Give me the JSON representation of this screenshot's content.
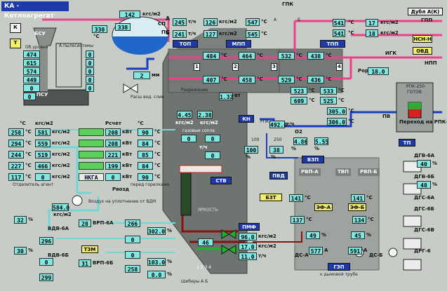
{
  "title": "КА - Котлоагрегат",
  "left_buttons": [
    "К",
    "Т"
  ],
  "right_buttons": [
    "Дубл А(К)",
    "НСН-Н",
    "ОВД"
  ],
  "labels": {
    "bsu": "БСУ",
    "psu": "ПСУ",
    "level": "Об.уровня",
    "burners": "А.пылесистемы",
    "drain": "Расш вод. слив",
    "sp": "СП",
    "ps": "ПС",
    "line_a": "А",
    "line_b": "Б",
    "gpk": "ГПК",
    "valve_a": "А",
    "valve_b": "Б",
    "gpp": "ГПП",
    "igk": "ИГК",
    "npp": "НПП",
    "ror": "Рор",
    "pv": "ПВ",
    "vacuum": "Разрежение",
    "alpha": "αт",
    "gas_nozzles": "газовые сопла",
    "rpk": "РПК",
    "o2": "O2",
    "v100": "100",
    "v250": "250",
    "rvp_a": "РВП-А",
    "tvp": "ТВП",
    "rvp_b": "РВП-Б",
    "ds_a": "ДС-А",
    "ds_b": "ДС-Б",
    "chimney": "к дымовой трубе",
    "separator": "Отделитель агент",
    "before_burners": "перед горелками",
    "rvoz": "Рвозд",
    "air_seal": "Воздух на уплотнение от ВДМ",
    "brightness": "ЯРКОСТЬ",
    "burner_status": "1 2 3 4",
    "shibery": "Шиберы А Б"
  },
  "units": {
    "c": "°С",
    "kgf": "кгс/м2",
    "mm": "мм",
    "th": "т/ч",
    "pct": "%",
    "kw": "кВт",
    "a": "А"
  },
  "drum": {
    "temp_left": "330",
    "temp_right": "338",
    "pressure": "142",
    "level": "2"
  },
  "steam_a": {
    "flow": "245",
    "pressure": "126",
    "temp": "547"
  },
  "steam_b": {
    "flow": "241",
    "pressure": "127",
    "temp": "545"
  },
  "gpp": {
    "temp": "541",
    "pressure": "17",
    "temp2": "541",
    "pressure2": "18",
    "ror": "18.0"
  },
  "buttons": {
    "top": "ТОП",
    "mpp": "МПП",
    "tpp": "ТПП",
    "kn": "КН",
    "pvd": "ПВД",
    "tp": "ТП",
    "vzp": "ВЗП",
    "bzt": "БЗТ",
    "efa": "ЭФ-А",
    "efb": "ЭФ-Б",
    "chimney": "ГЗП",
    "tzm": "ТЗМ",
    "stv": "СТВ",
    "pmf": "ПМФ"
  },
  "sh": [
    "484",
    "464",
    "532",
    "438",
    "407",
    "458",
    "529",
    "436"
  ],
  "stages": [
    "1",
    "2",
    "3",
    "4"
  ],
  "mid": [
    "523",
    "533",
    "609",
    "525",
    "305.0",
    "306.0"
  ],
  "furnace": {
    "excess": "1.32",
    "vac_left": "4.45",
    "vac_right": "2.38",
    "gas_valve": "46",
    "gas_press": "96.0",
    "gas_press2": "17.0",
    "gas_flow": "11.0"
  },
  "feed": {
    "flow": "492.0",
    "o2_a": "4.86",
    "o2_b": "5.55",
    "valve_a": "100",
    "valve_b": "38"
  },
  "rpk": {
    "title": "РПК-250",
    "status": "ГОТОВ",
    "transfer": "Переход на РПК-250"
  },
  "gas": {
    "t0": "141",
    "t1": "141",
    "t2": "137",
    "t3": "134",
    "ds_a": "49",
    "ds_b": "45",
    "amp_a": "577",
    "amp_b": "591"
  },
  "dgv": [
    {
      "label": "ДГВ-6А",
      "value": "40"
    },
    {
      "label": "ДГВ-6Б",
      "value": "48"
    },
    {
      "label": "ДГС-6А"
    },
    {
      "label": "ДГС-6Б"
    },
    {
      "label": "ДГС-6В"
    },
    {
      "label": "ДРГ-6"
    }
  ],
  "left_col": [
    "474",
    "615",
    "574",
    "449",
    "0",
    "0"
  ],
  "burner_col": [
    "0",
    "0",
    "0",
    "0",
    "0"
  ],
  "air_table": {
    "headers": [
      "°С",
      "кгс/м2",
      "Рсчет",
      "°С"
    ],
    "rows": [
      {
        "t_in": "258",
        "p": "581",
        "bar": "",
        "kw": "208",
        "t_out": "90"
      },
      {
        "t_in": "294",
        "p": "559",
        "bar": "",
        "kw": "208",
        "t_out": "84"
      },
      {
        "t_in": "244",
        "p": "519",
        "bar": "",
        "kw": "221",
        "t_out": "85"
      },
      {
        "t_in": "227",
        "p": "466",
        "bar": "",
        "kw": "199",
        "t_out": "84"
      },
      {
        "t_in": "117",
        "p": "0",
        "bar": "НКГА",
        "kw": "0",
        "t_out": "90"
      }
    ]
  },
  "vdv": {
    "flow": "584.0",
    "a_pct": "32",
    "a_label": "ВДВ-6А",
    "a_amp": "296",
    "b_pct": "30",
    "b_label": "ВДВ-6Б",
    "b_amp": "0",
    "b_amp2": "299"
  },
  "vrp": {
    "a_pct": "28",
    "a_label": "ВРП-6А",
    "b_pct": "31",
    "b_label": "ВРП-6Б",
    "v0": "266",
    "v1": "0",
    "v2": "0",
    "v3": "258",
    "rvp0": "302.0",
    "rvp1": "103.0",
    "rvp2": "0.0"
  },
  "nozzles": [
    "0",
    "0",
    "0"
  ]
}
